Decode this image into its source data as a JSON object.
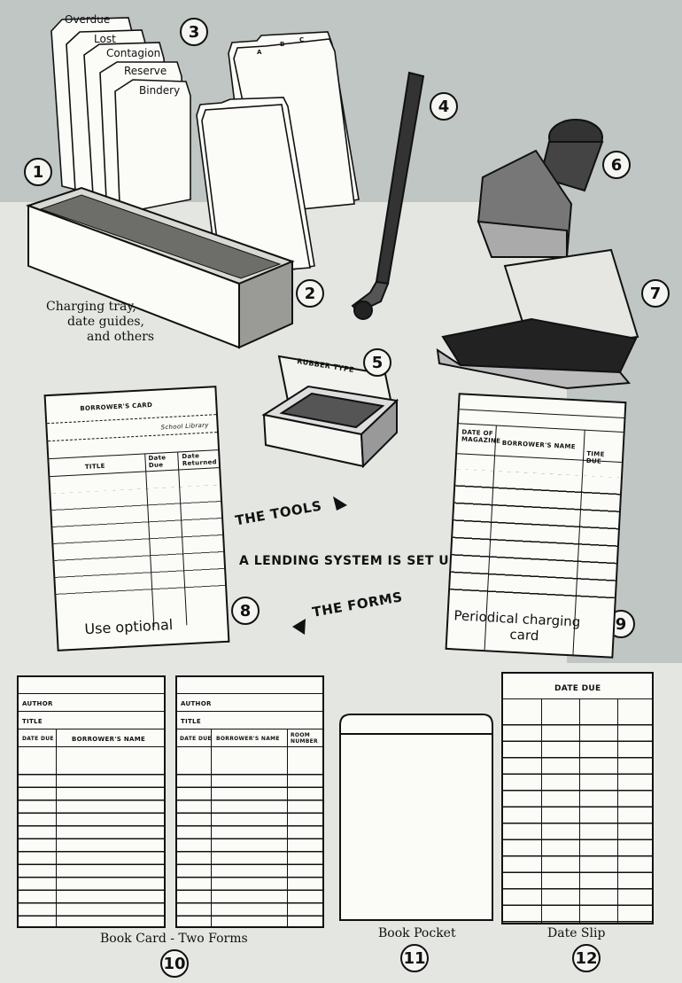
{
  "items": {
    "n1": "1",
    "n2": "2",
    "n3": "3",
    "n4": "4",
    "n5": "5",
    "n6": "6",
    "n7": "7",
    "n8": "8",
    "n9": "9",
    "n10": "10",
    "n11": "11",
    "n12": "12"
  },
  "guides": [
    "Overdue",
    "Lost",
    "Contagion",
    "Reserve",
    "Bindery"
  ],
  "abc_tabs": [
    "A",
    "B",
    "C"
  ],
  "tray_caption": [
    "Charging tray,",
    "date guides,",
    "and others"
  ],
  "rubber_type_label": "RUBBER TYPE",
  "center": {
    "tools": "THE TOOLS",
    "title": "A LENDING SYSTEM IS SET UP",
    "forms": "THE FORMS"
  },
  "borrowers_card": {
    "heading": "BORROWER'S CARD",
    "school": "School Library",
    "col_title": "TITLE",
    "col_due": "Date Due",
    "col_returned": "Date Returned",
    "note": "Use optional"
  },
  "periodical_card": {
    "col_date": "DATE OF MAGAZINE",
    "col_name": "BORROWER'S NAME",
    "col_time": "TIME DUE",
    "note_line1": "Periodical charging",
    "note_line2": "card"
  },
  "book_card_a": {
    "author": "AUTHOR",
    "title": "TITLE",
    "col_due": "DATE DUE",
    "col_name": "BORROWER'S NAME"
  },
  "book_card_b": {
    "author": "AUTHOR",
    "title": "TITLE",
    "col_due": "DATE DUE",
    "col_name": "BORROWER'S NAME",
    "col_room": "ROOM NUMBER"
  },
  "date_slip": {
    "heading": "DATE DUE"
  },
  "captions": {
    "book_card": "Book Card - Two Forms",
    "book_pocket": "Book Pocket",
    "date_slip": "Date Slip"
  }
}
